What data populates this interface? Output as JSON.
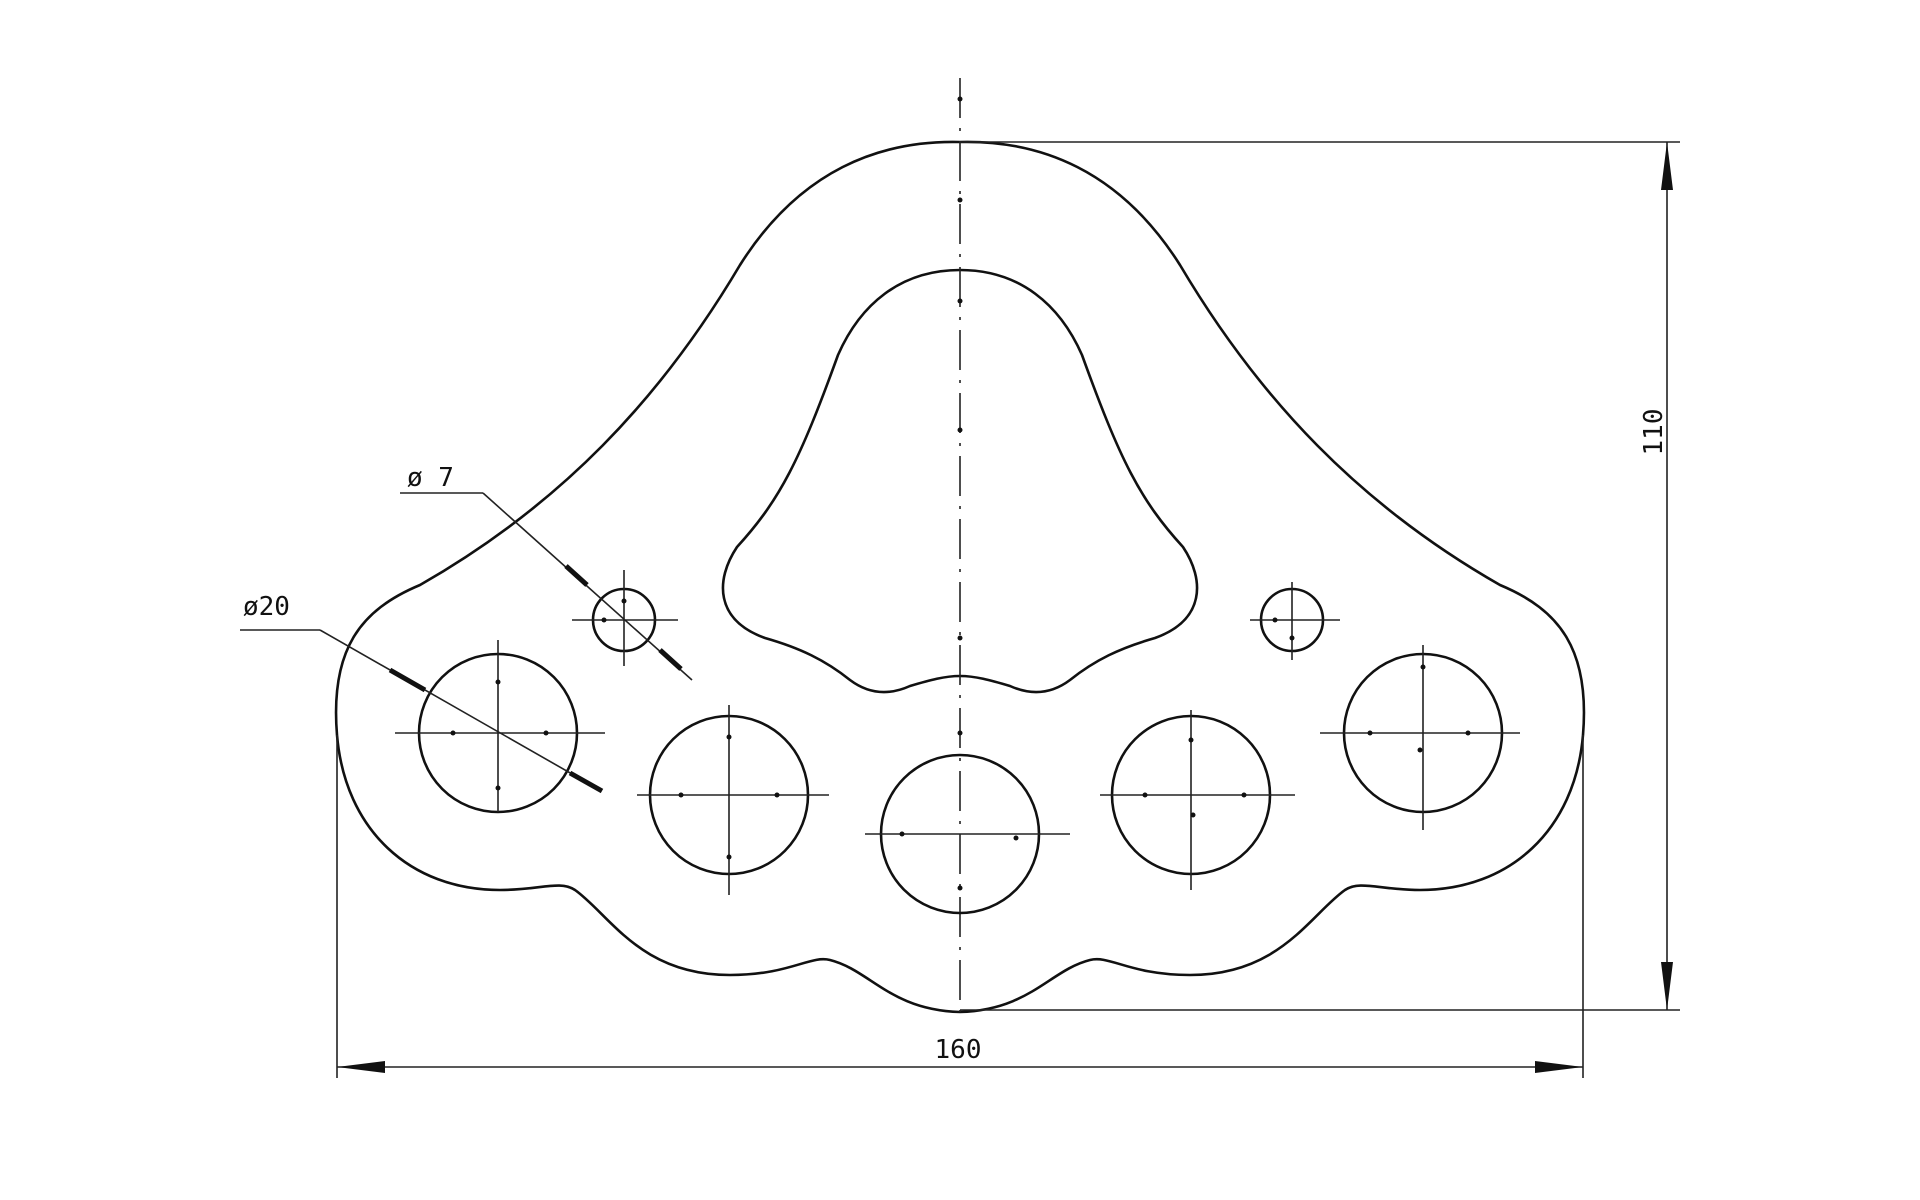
{
  "dimensions": {
    "height": "110",
    "width": "160",
    "small_hole_diameter": "ø 7",
    "large_hole_diameter": "ø20"
  },
  "colors": {
    "line": "#111111",
    "background": "#ffffff"
  }
}
